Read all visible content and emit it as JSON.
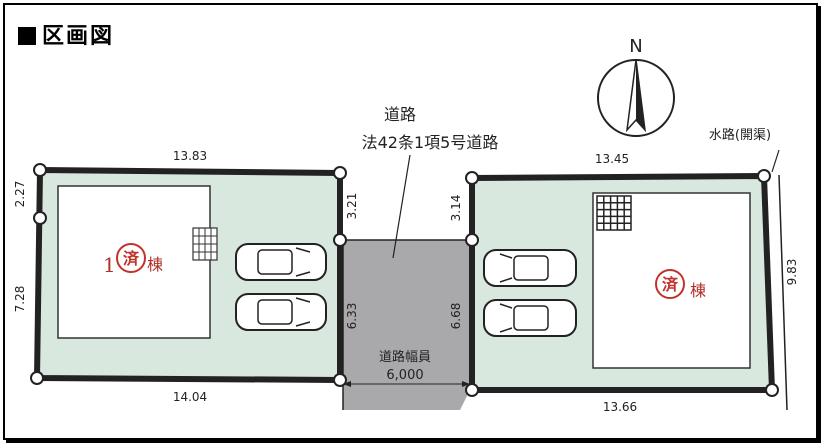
{
  "title": "区画図",
  "compass_label": "N",
  "road": {
    "line1": "道路",
    "line2": "法42条1項5号道路",
    "width_label": "道路幅員",
    "width_value": "6,000"
  },
  "waterway_label": "水路(開渠)",
  "lot1": {
    "number": "1",
    "badge": "済",
    "suffix": "棟",
    "dims": {
      "top": "13.83",
      "bottom": "14.04",
      "left_upper": "2.27",
      "left_lower": "7.28",
      "right_upper": "3.21",
      "right_lower": "6.33"
    }
  },
  "lot2": {
    "number": "",
    "badge": "済",
    "suffix": "棟",
    "dims": {
      "top": "13.45",
      "bottom": "13.66",
      "left_upper": "3.14",
      "left_lower": "6.68",
      "right": "9.83"
    }
  },
  "colors": {
    "lot_fill": "#d9e8de",
    "road_fill": "#a9a9ab",
    "boundary": "#222222",
    "stamp": "#c0342c"
  }
}
